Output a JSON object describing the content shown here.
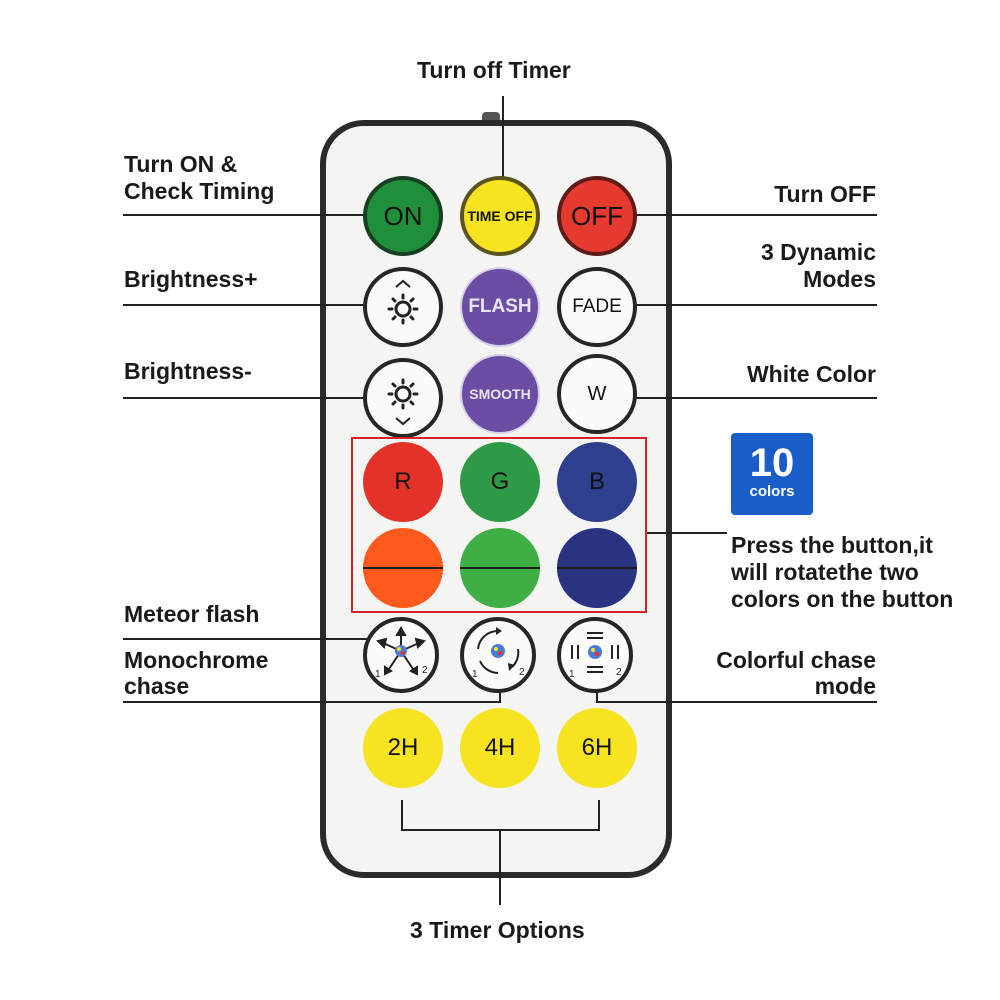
{
  "labels": {
    "turn_off_timer": "Turn off Timer",
    "turn_on_line1": "Turn ON &",
    "turn_on_line2": "Check Timing",
    "turn_off": "Turn OFF",
    "dynamic_line1": "3 Dynamic",
    "dynamic_line2": "Modes",
    "brightness_plus": "Brightness+",
    "brightness_minus": "Brightness-",
    "white_color": "White Color",
    "press_line1": "Press the button,it",
    "press_line2": "will rotatethe two",
    "press_line3": "colors on the button",
    "meteor_flash": "Meteor flash",
    "mono_line1": "Monochrome",
    "mono_line2": "chase",
    "colorful_line1": "Colorful chase",
    "colorful_line2": "mode",
    "timer_options": "3 Timer Options"
  },
  "buttons": {
    "on": "ON",
    "time_off": "TIME OFF",
    "off": "OFF",
    "flash": "FLASH",
    "fade": "FADE",
    "smooth": "SMOOTH",
    "white": "W",
    "red": "R",
    "green": "G",
    "blue": "B",
    "timer_2h": "2H",
    "timer_4h": "4H",
    "timer_6h": "6H"
  },
  "mode_icon_numbers": {
    "one": "1",
    "two": "2"
  },
  "badge": {
    "number": "10",
    "text": "colors"
  },
  "colors": {
    "on_button": "#1f8f3a",
    "time_off_button": "#f7e31f",
    "off_button": "#e73a2f",
    "purple_buttons": "#6b4ea3",
    "red": "#e53228",
    "green": "#2e9a45",
    "blue": "#2e3f8e",
    "highlight_box": "#d4232a",
    "badge": "#1a5dc8"
  }
}
